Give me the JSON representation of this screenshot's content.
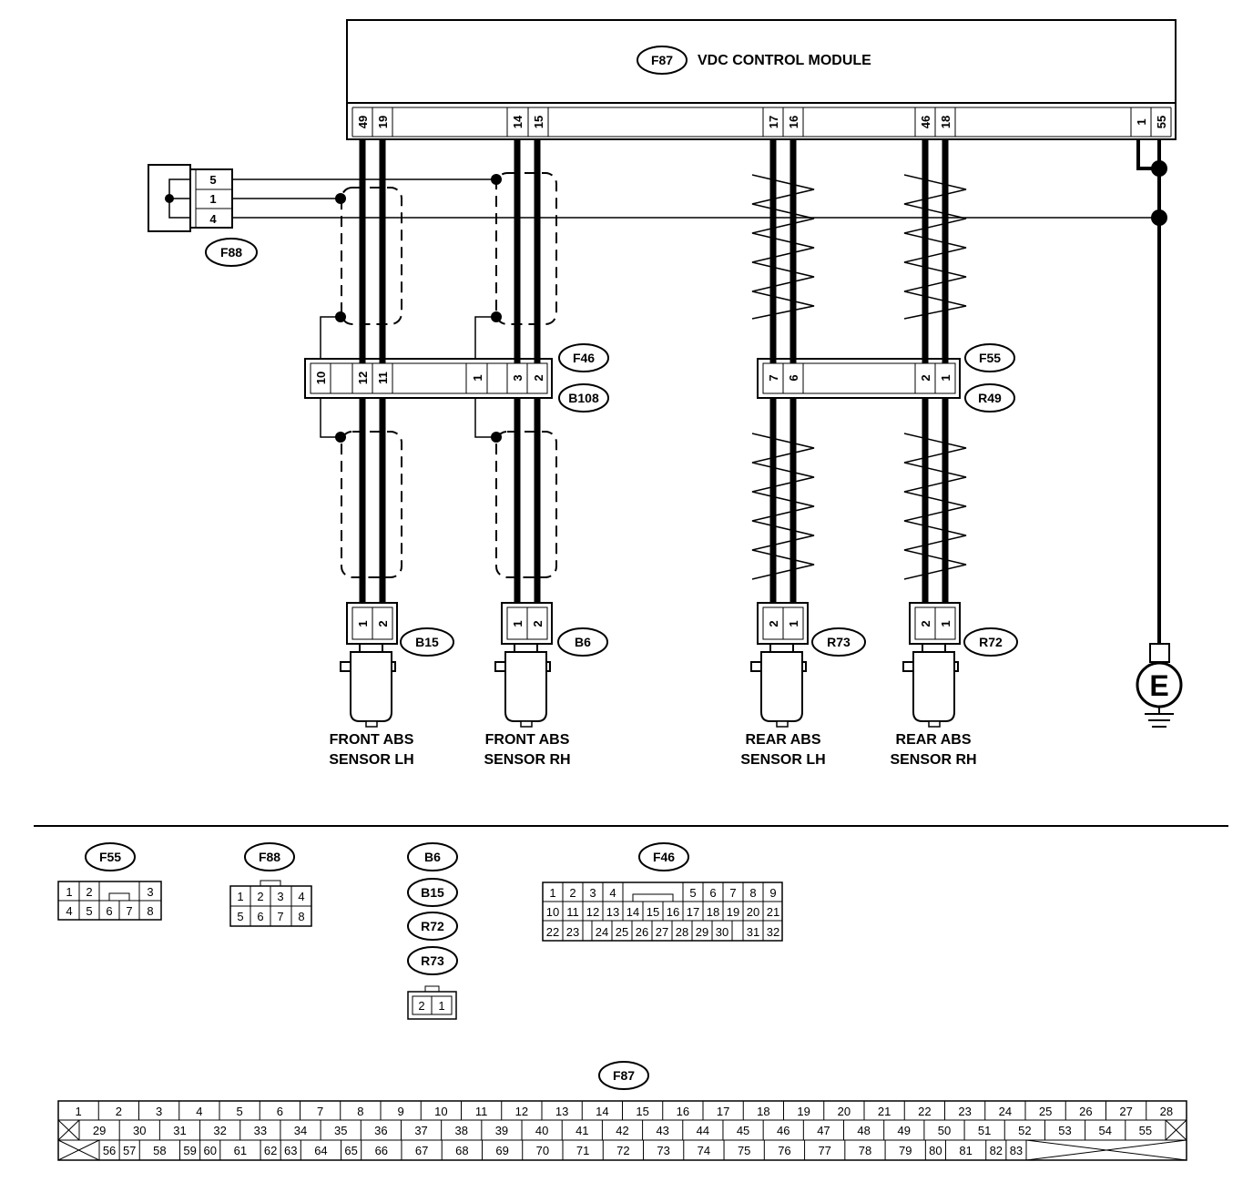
{
  "module": {
    "code": "F87",
    "name": "VDC CONTROL MODULE",
    "pins": [
      "49",
      "19",
      "14",
      "15",
      "17",
      "16",
      "46",
      "18",
      "1",
      "55"
    ]
  },
  "f88": {
    "code": "F88",
    "pins": [
      "5",
      "1",
      "4"
    ]
  },
  "joint_front": {
    "pins": [
      "10",
      "12",
      "11",
      "1",
      "3",
      "2"
    ],
    "code_top": "F46",
    "code_bottom": "B108"
  },
  "joint_rear": {
    "pins": [
      "7",
      "6",
      "2",
      "1"
    ],
    "code_top": "F55",
    "code_bottom": "R49"
  },
  "sensors": [
    {
      "code": "B15",
      "pins": [
        "1",
        "2"
      ],
      "line1": "FRONT ABS",
      "line2": "SENSOR LH"
    },
    {
      "code": "B6",
      "pins": [
        "1",
        "2"
      ],
      "line1": "FRONT ABS",
      "line2": "SENSOR RH"
    },
    {
      "code": "R73",
      "pins": [
        "2",
        "1"
      ],
      "line1": "REAR ABS",
      "line2": "SENSOR LH"
    },
    {
      "code": "R72",
      "pins": [
        "2",
        "1"
      ],
      "line1": "REAR ABS",
      "line2": "SENSOR RH"
    }
  ],
  "ground": {
    "label": "E"
  },
  "legend": {
    "f55": {
      "code": "F55",
      "rows": [
        [
          "1",
          "2",
          "",
          "",
          "3"
        ],
        [
          "4",
          "5",
          "6",
          "7",
          "8"
        ]
      ]
    },
    "f88": {
      "code": "F88",
      "rows": [
        [
          "1",
          "2",
          "3",
          "4"
        ],
        [
          "5",
          "6",
          "7",
          "8"
        ]
      ]
    },
    "sensor_codes": [
      "B6",
      "B15",
      "R72",
      "R73"
    ],
    "sensor_pins": [
      "2",
      "1"
    ],
    "f46": {
      "code": "F46",
      "rows": [
        [
          "1",
          "2",
          "3",
          "4",
          "",
          "5",
          "6",
          "7",
          "8",
          "9"
        ],
        [
          "10",
          "11",
          "12",
          "13",
          "14",
          "15",
          "16",
          "17",
          "18",
          "19",
          "20",
          "21"
        ],
        [
          "22",
          "23",
          "",
          "24",
          "25",
          "26",
          "27",
          "28",
          "29",
          "30",
          "",
          "31",
          "32"
        ]
      ]
    },
    "f87": {
      "code": "F87",
      "rows": [
        [
          "1",
          "2",
          "3",
          "4",
          "5",
          "6",
          "7",
          "8",
          "9",
          "10",
          "11",
          "12",
          "13",
          "14",
          "15",
          "16",
          "17",
          "18",
          "19",
          "20",
          "21",
          "22",
          "23",
          "24",
          "25",
          "26",
          "27",
          "28"
        ],
        [
          "29",
          "30",
          "31",
          "32",
          "33",
          "34",
          "35",
          "36",
          "37",
          "38",
          "39",
          "40",
          "41",
          "42",
          "43",
          "44",
          "45",
          "46",
          "47",
          "48",
          "49",
          "50",
          "51",
          "52",
          "53",
          "54",
          "55"
        ],
        [
          "56",
          "57",
          "58",
          "59",
          "60",
          "61",
          "62",
          "63",
          "64",
          "65",
          "66",
          "67",
          "68",
          "69",
          "70",
          "71",
          "72",
          "73",
          "74",
          "75",
          "76",
          "77",
          "78",
          "79",
          "80",
          "81",
          "82",
          "83"
        ]
      ]
    }
  }
}
